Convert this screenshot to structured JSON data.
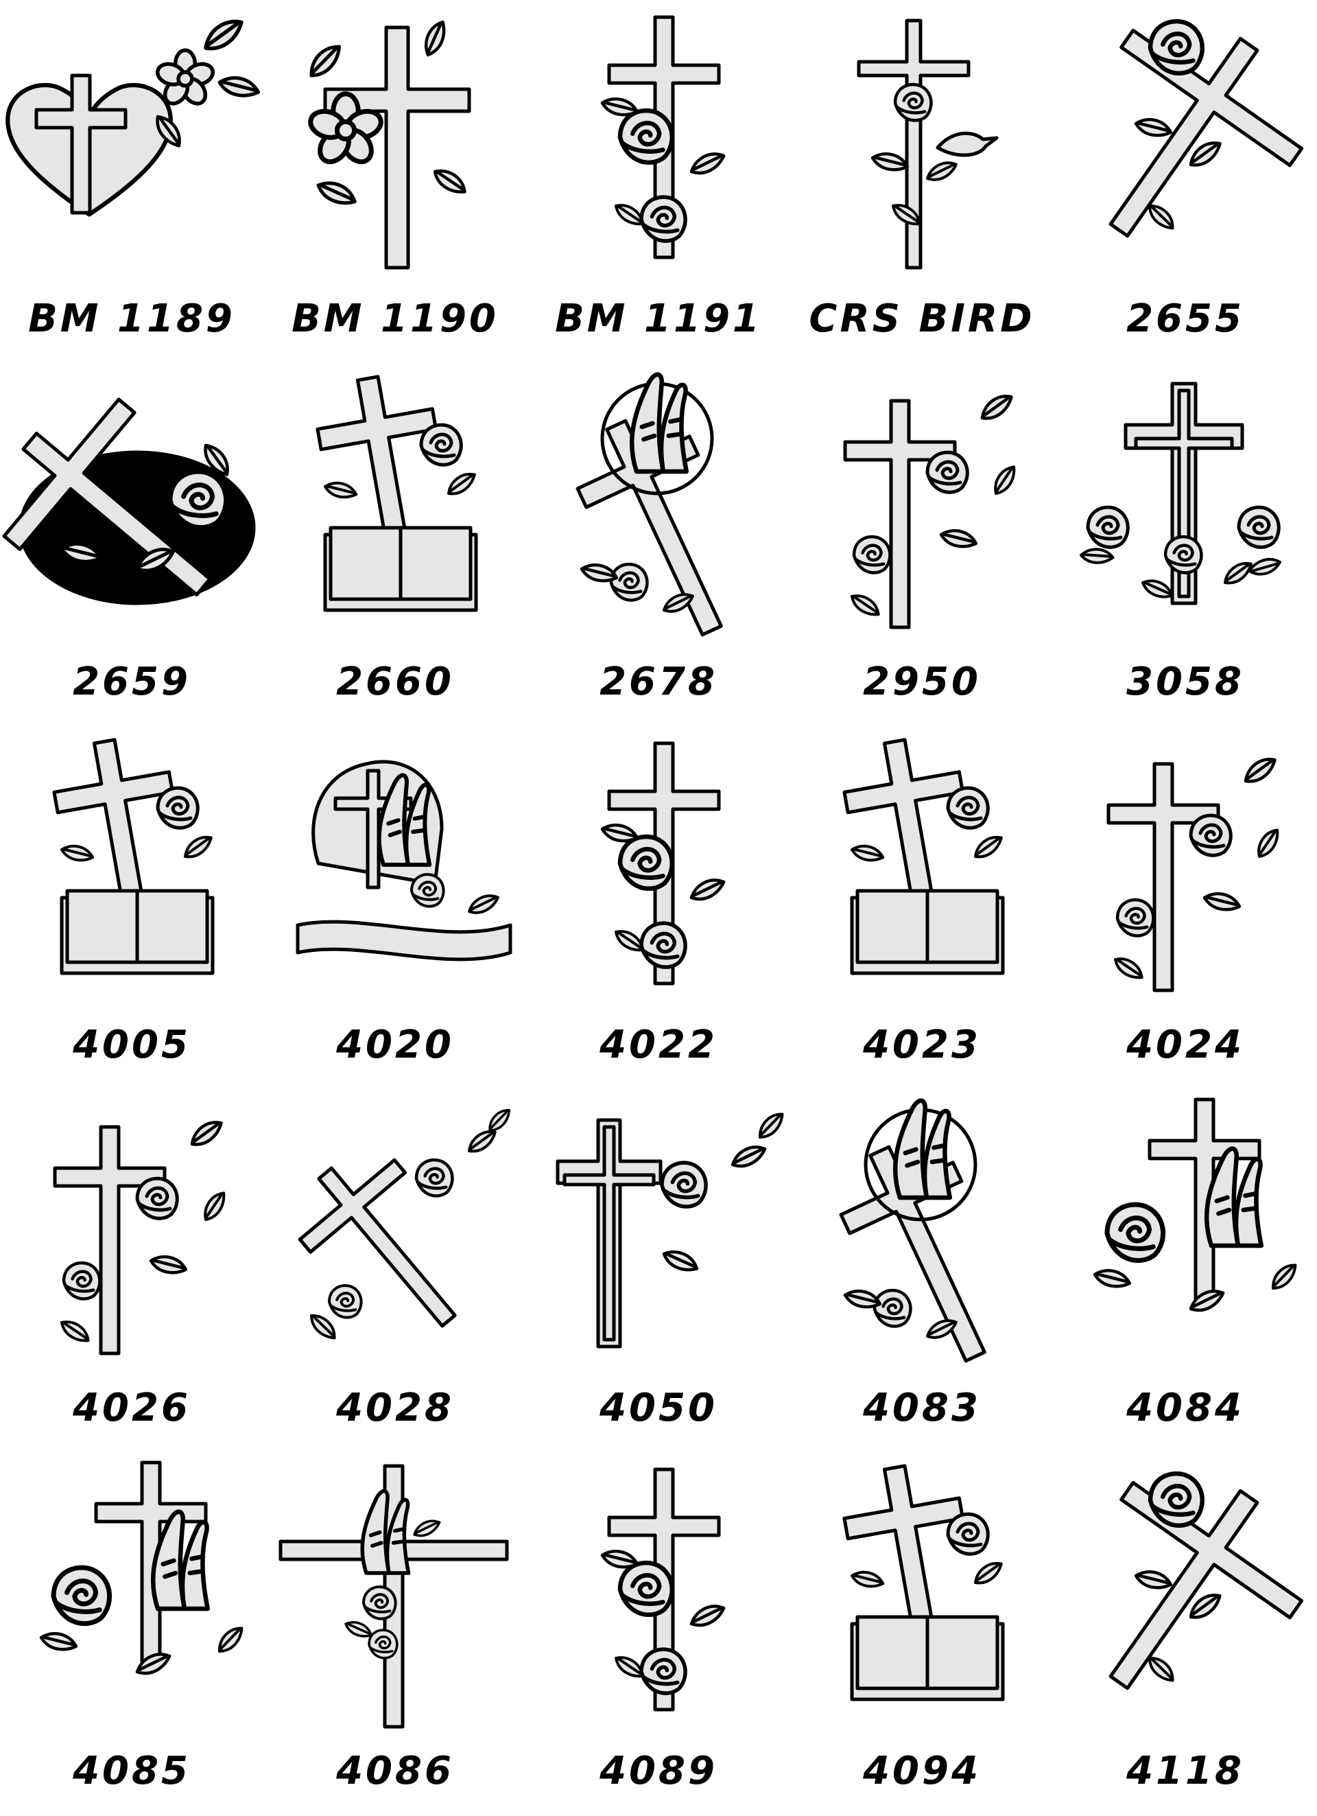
{
  "colors": {
    "line": "#000000",
    "fill": "#e6e6e6",
    "background": "#ffffff"
  },
  "items": [
    {
      "code": "BM 1189",
      "art": "heart-cross-flower-icon"
    },
    {
      "code": "BM 1190",
      "art": "cross-flower-icon"
    },
    {
      "code": "BM 1191",
      "art": "cross-rose-icon"
    },
    {
      "code": "CRS BIRD",
      "art": "cross-bird-icon"
    },
    {
      "code": "2655",
      "art": "tilted-cross-rose-icon"
    },
    {
      "code": "2659",
      "art": "diagonal-cross-rose-icon"
    },
    {
      "code": "2660",
      "art": "cross-book-icon"
    },
    {
      "code": "2678",
      "art": "praying-hands-cross-icon"
    },
    {
      "code": "2950",
      "art": "cross-rose-vine-icon"
    },
    {
      "code": "3058",
      "art": "double-cross-roses-icon"
    },
    {
      "code": "4005",
      "art": "cross-book-icon"
    },
    {
      "code": "4020",
      "art": "cross-hands-banner-icon"
    },
    {
      "code": "4022",
      "art": "cross-rose-icon"
    },
    {
      "code": "4023",
      "art": "cross-book-icon"
    },
    {
      "code": "4024",
      "art": "cross-rose-vine-icon"
    },
    {
      "code": "4026",
      "art": "cross-rose-vine-icon"
    },
    {
      "code": "4028",
      "art": "diagonal-cross-vine-icon"
    },
    {
      "code": "4050",
      "art": "outline-cross-vine-icon"
    },
    {
      "code": "4083",
      "art": "praying-hands-cross-icon"
    },
    {
      "code": "4084",
      "art": "cross-hands-rose-icon"
    },
    {
      "code": "4085",
      "art": "cross-hands-rose-icon"
    },
    {
      "code": "4086",
      "art": "large-cross-hands-icon"
    },
    {
      "code": "4089",
      "art": "cross-rose-icon"
    },
    {
      "code": "4094",
      "art": "cross-book-icon"
    },
    {
      "code": "4118",
      "art": "tilted-cross-rose-icon"
    }
  ]
}
